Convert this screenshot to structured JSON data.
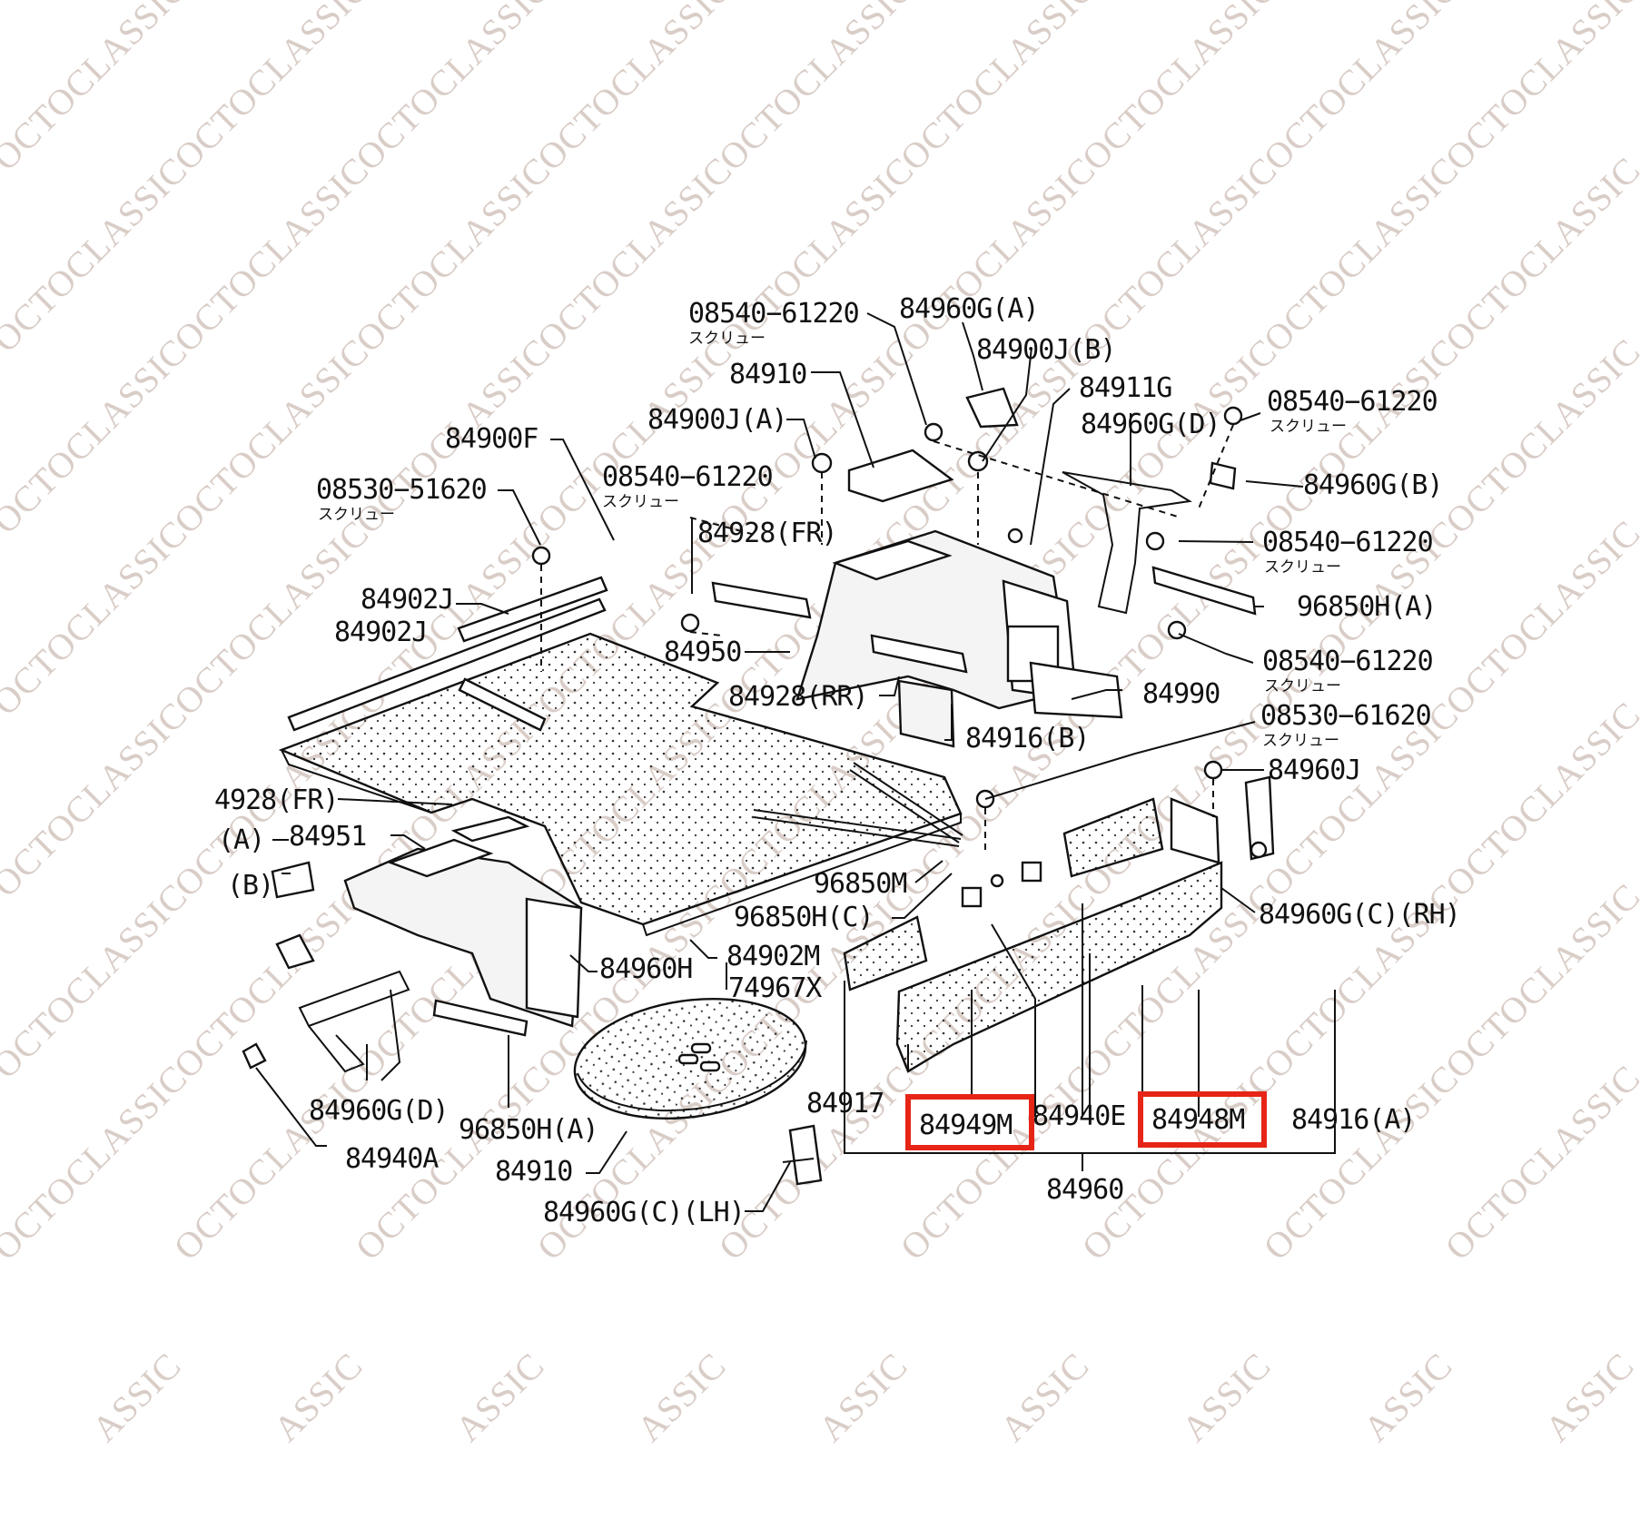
{
  "watermark": "OCTOCLASSIC",
  "watermark_fragment": "ASSIC",
  "labels": {
    "p08540_top": "08540−61220",
    "p08540_top_sub": "スクリュー",
    "p84960GA": "84960G(A)",
    "p84900JB": "84900J(B)",
    "p84910_top": "84910",
    "p84911G": "84911G",
    "p84900JA": "84900J(A)",
    "p08540_right1": "08540−61220",
    "p08540_right1_sub": "スクリュー",
    "p84960GD_top": "84960G(D)",
    "p84960GB": "84960G(B)",
    "p84900F": "84900F",
    "p08540_mid": "08540−61220",
    "p08540_mid_sub": "スクリュー",
    "p08530_left": "08530−51620",
    "p08530_left_sub": "スクリュー",
    "p84928FR_top": "84928(FR)",
    "p08540_right2": "08540−61220",
    "p08540_right2_sub": "スクリュー",
    "p96850HA_top": "96850H(A)",
    "p84902J_1": "84902J",
    "p84902J_2": "84902J",
    "p84950": "84950",
    "p08540_right3": "08540−61220",
    "p08540_right3_sub": "スクリュー",
    "p84928RR": "84928(RR)",
    "p84990": "84990",
    "p08530_right": "08530−61620",
    "p08530_right_sub": "スクリュー",
    "p84916B": "84916(B)",
    "p84960J": "84960J",
    "p4928FR": "4928(FR)",
    "pA": "(A)",
    "p84951": "84951",
    "pB": "(B)",
    "p96850M": "96850M",
    "p96850HC": "96850H(C)",
    "p84960GCRH": "84960G(C)(RH)",
    "p84960H": "84960H",
    "p84902M": "84902M",
    "p74967X": "74967X",
    "p84917": "84917",
    "p84949M": "84949M",
    "p84940E": "84940E",
    "p84948M": "84948M",
    "p84916A": "84916(A)",
    "p84960GD_bot": "84960G(D)",
    "p96850HA_bot": "96850H(A)",
    "p84910_bot": "84910",
    "p84940A": "84940A",
    "p84960": "84960",
    "p84960GCLH": "84960G(C)(LH)"
  },
  "highlighted_parts": [
    "84949M",
    "84948M"
  ],
  "colors": {
    "highlight": "#e62516",
    "watermark": "#cdbdb5",
    "ink": "#111111"
  }
}
